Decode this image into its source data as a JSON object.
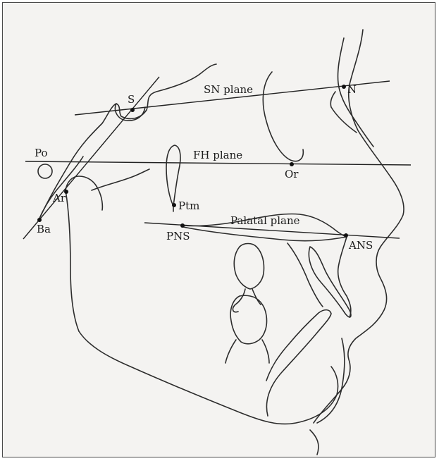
{
  "planes": {
    "sn": "SN plane",
    "fh": "FH plane",
    "palatal": "Palatal plane"
  },
  "landmarks": {
    "s": "S",
    "n": "N",
    "po": "Po",
    "or": "Or",
    "ptm": "Ptm",
    "ar": "Ar",
    "ba": "Ba",
    "pns": "PNS",
    "ans": "ANS"
  },
  "colors": {
    "paper": "#f4f3f1",
    "ink": "#2c2c2c"
  }
}
